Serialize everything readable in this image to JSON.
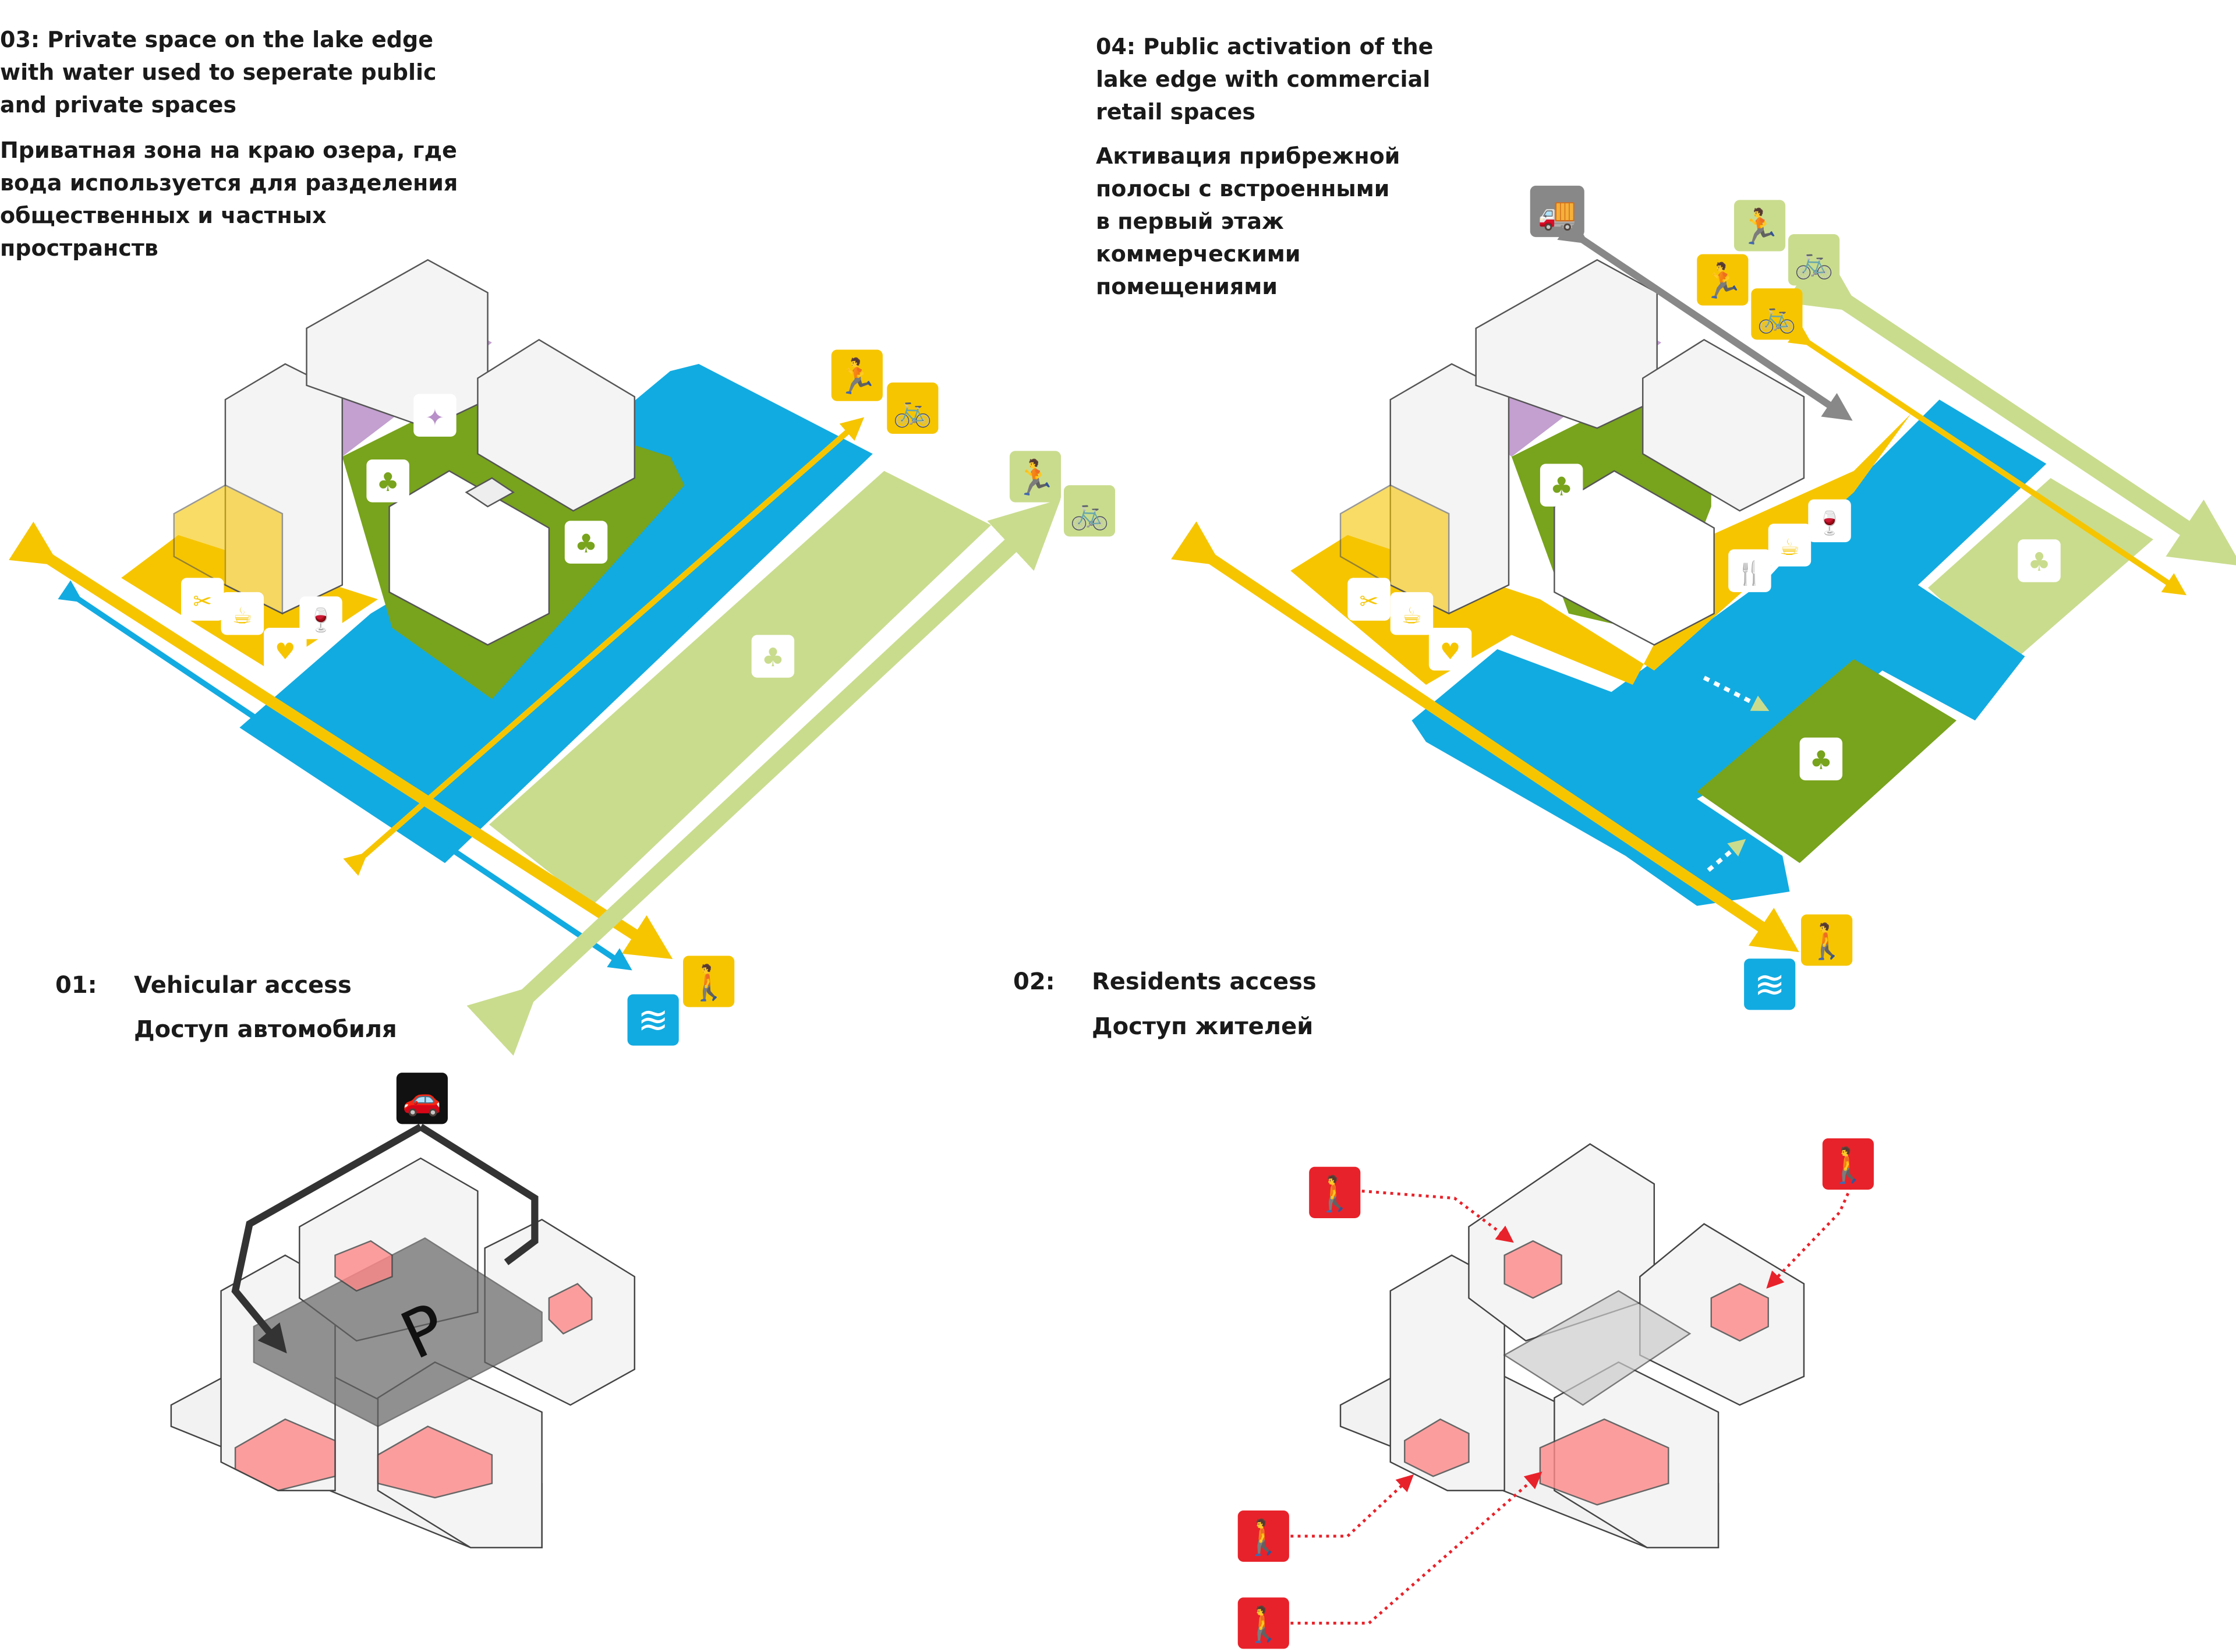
{
  "panel_03": {
    "title_en": "03: Private space on the lake edge\nwith water used to seperate public\nand private spaces",
    "title_ru": "Приватная зона на краю озера, где\nвода используется для разделения\nобщественных и частных\nпространств"
  },
  "panel_04": {
    "title_en": "04: Public activation of the\nlake edge with commercial\nretail spaces",
    "title_ru": "Активация прибрежной\nполосы с встроенными\nв первый этаж\nкоммерческими\nпомещениями"
  },
  "panel_01": {
    "number": "01:",
    "title_en": "Vehicular access",
    "title_ru": "Доступ автомобиля",
    "parking_label": "P"
  },
  "panel_02": {
    "number": "02:",
    "title_en": "Residents access",
    "title_ru": "Доступ жителей"
  },
  "colors": {
    "water": "#12abe1",
    "public_yellow": "#f6c500",
    "park_green": "#78a31c",
    "light_green": "#c9dc8e",
    "private_purple": "#b88fc8",
    "access_red": "#e8222a",
    "truck_grey": "#888888"
  },
  "icons": {
    "yellow": [
      "runner-icon",
      "bicycle-icon",
      "walker-icon",
      "cafe-icon"
    ],
    "green": [
      "tree-bench-icon"
    ],
    "blue": [
      "water-waves-icon"
    ],
    "black": [
      "car-icon"
    ],
    "grey": [
      "truck-icon"
    ],
    "red": [
      "pedestrian-icon"
    ]
  }
}
